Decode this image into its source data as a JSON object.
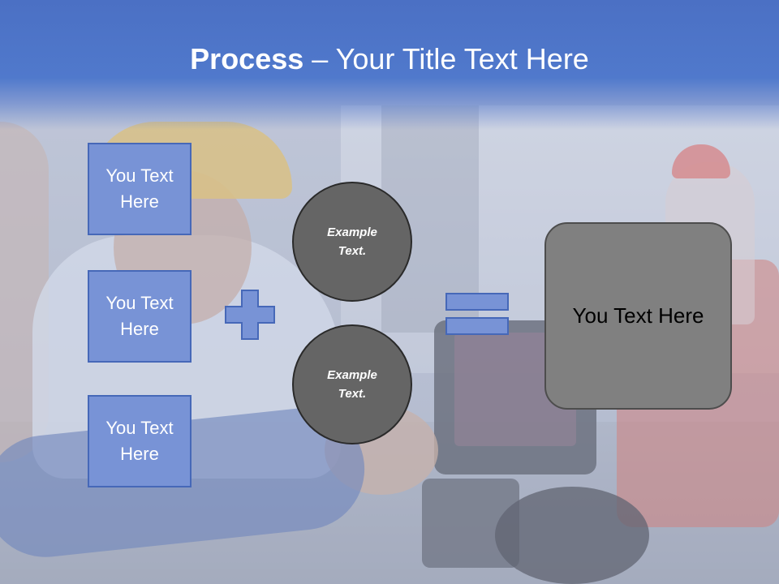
{
  "slide": {
    "title_bold": "Process",
    "title_rest": " – Your Title Text Here"
  },
  "text_boxes": [
    {
      "label": "You Text Here"
    },
    {
      "label": "You Text Here"
    },
    {
      "label": "You Text Here"
    }
  ],
  "circles": [
    {
      "label": "Example Text."
    },
    {
      "label": "Example Text."
    }
  ],
  "result": {
    "label": "You Text Here"
  },
  "operators": {
    "plus": "plus-icon",
    "equals": "equals-icon"
  },
  "colors": {
    "header": "#4b70c4",
    "box_fill": "#7893d6",
    "box_border": "#4668b8",
    "circle_fill": "#656565",
    "result_fill": "#808080"
  }
}
